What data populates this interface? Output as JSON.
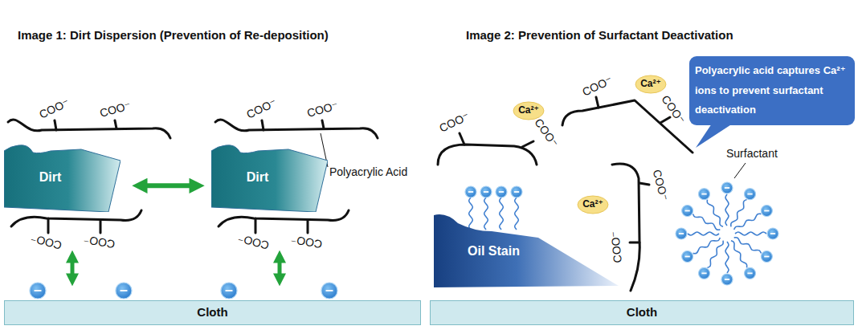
{
  "diagram": {
    "nodes": [
      {
        "text": [
          "Dirt"
        ]
      },
      {
        "text": [
          "Dirt"
        ]
      },
      {
        "text": [
          "Cloth"
        ]
      },
      {
        "text": [
          "Ca²⁺"
        ]
      },
      {
        "text": [
          "Ca²⁺"
        ]
      },
      {
        "text": [
          "Polyacrylic acid captures Ca²⁺ ions to prevent surfactant deactivation"
        ]
      },
      {
        "text": [
          "Ca²⁺"
        ]
      },
      {
        "text": [
          "Oil Stain"
        ]
      },
      {
        "text": [
          "Cloth"
        ]
      }
    ],
    "edges": [
      {
        "from": 0,
        "to": 1,
        "arrow": "both"
      }
    ],
    "labels": [
      "Image 1: Dirt Dispersion (Prevention of Re-deposition)",
      "Image 2: Prevention of Surfactant Deactivation",
      "COO⁻",
      "COO⁻",
      "COO⁻",
      "COO⁻",
      "COO⁻",
      "COO⁻",
      "COO⁻",
      "COO⁻",
      "Polyacrylic Acid",
      "COO⁻",
      "COO⁻",
      "COO⁻",
      "COO⁻",
      "COO⁻",
      "COO⁻",
      "Surfactant"
    ]
  }
}
